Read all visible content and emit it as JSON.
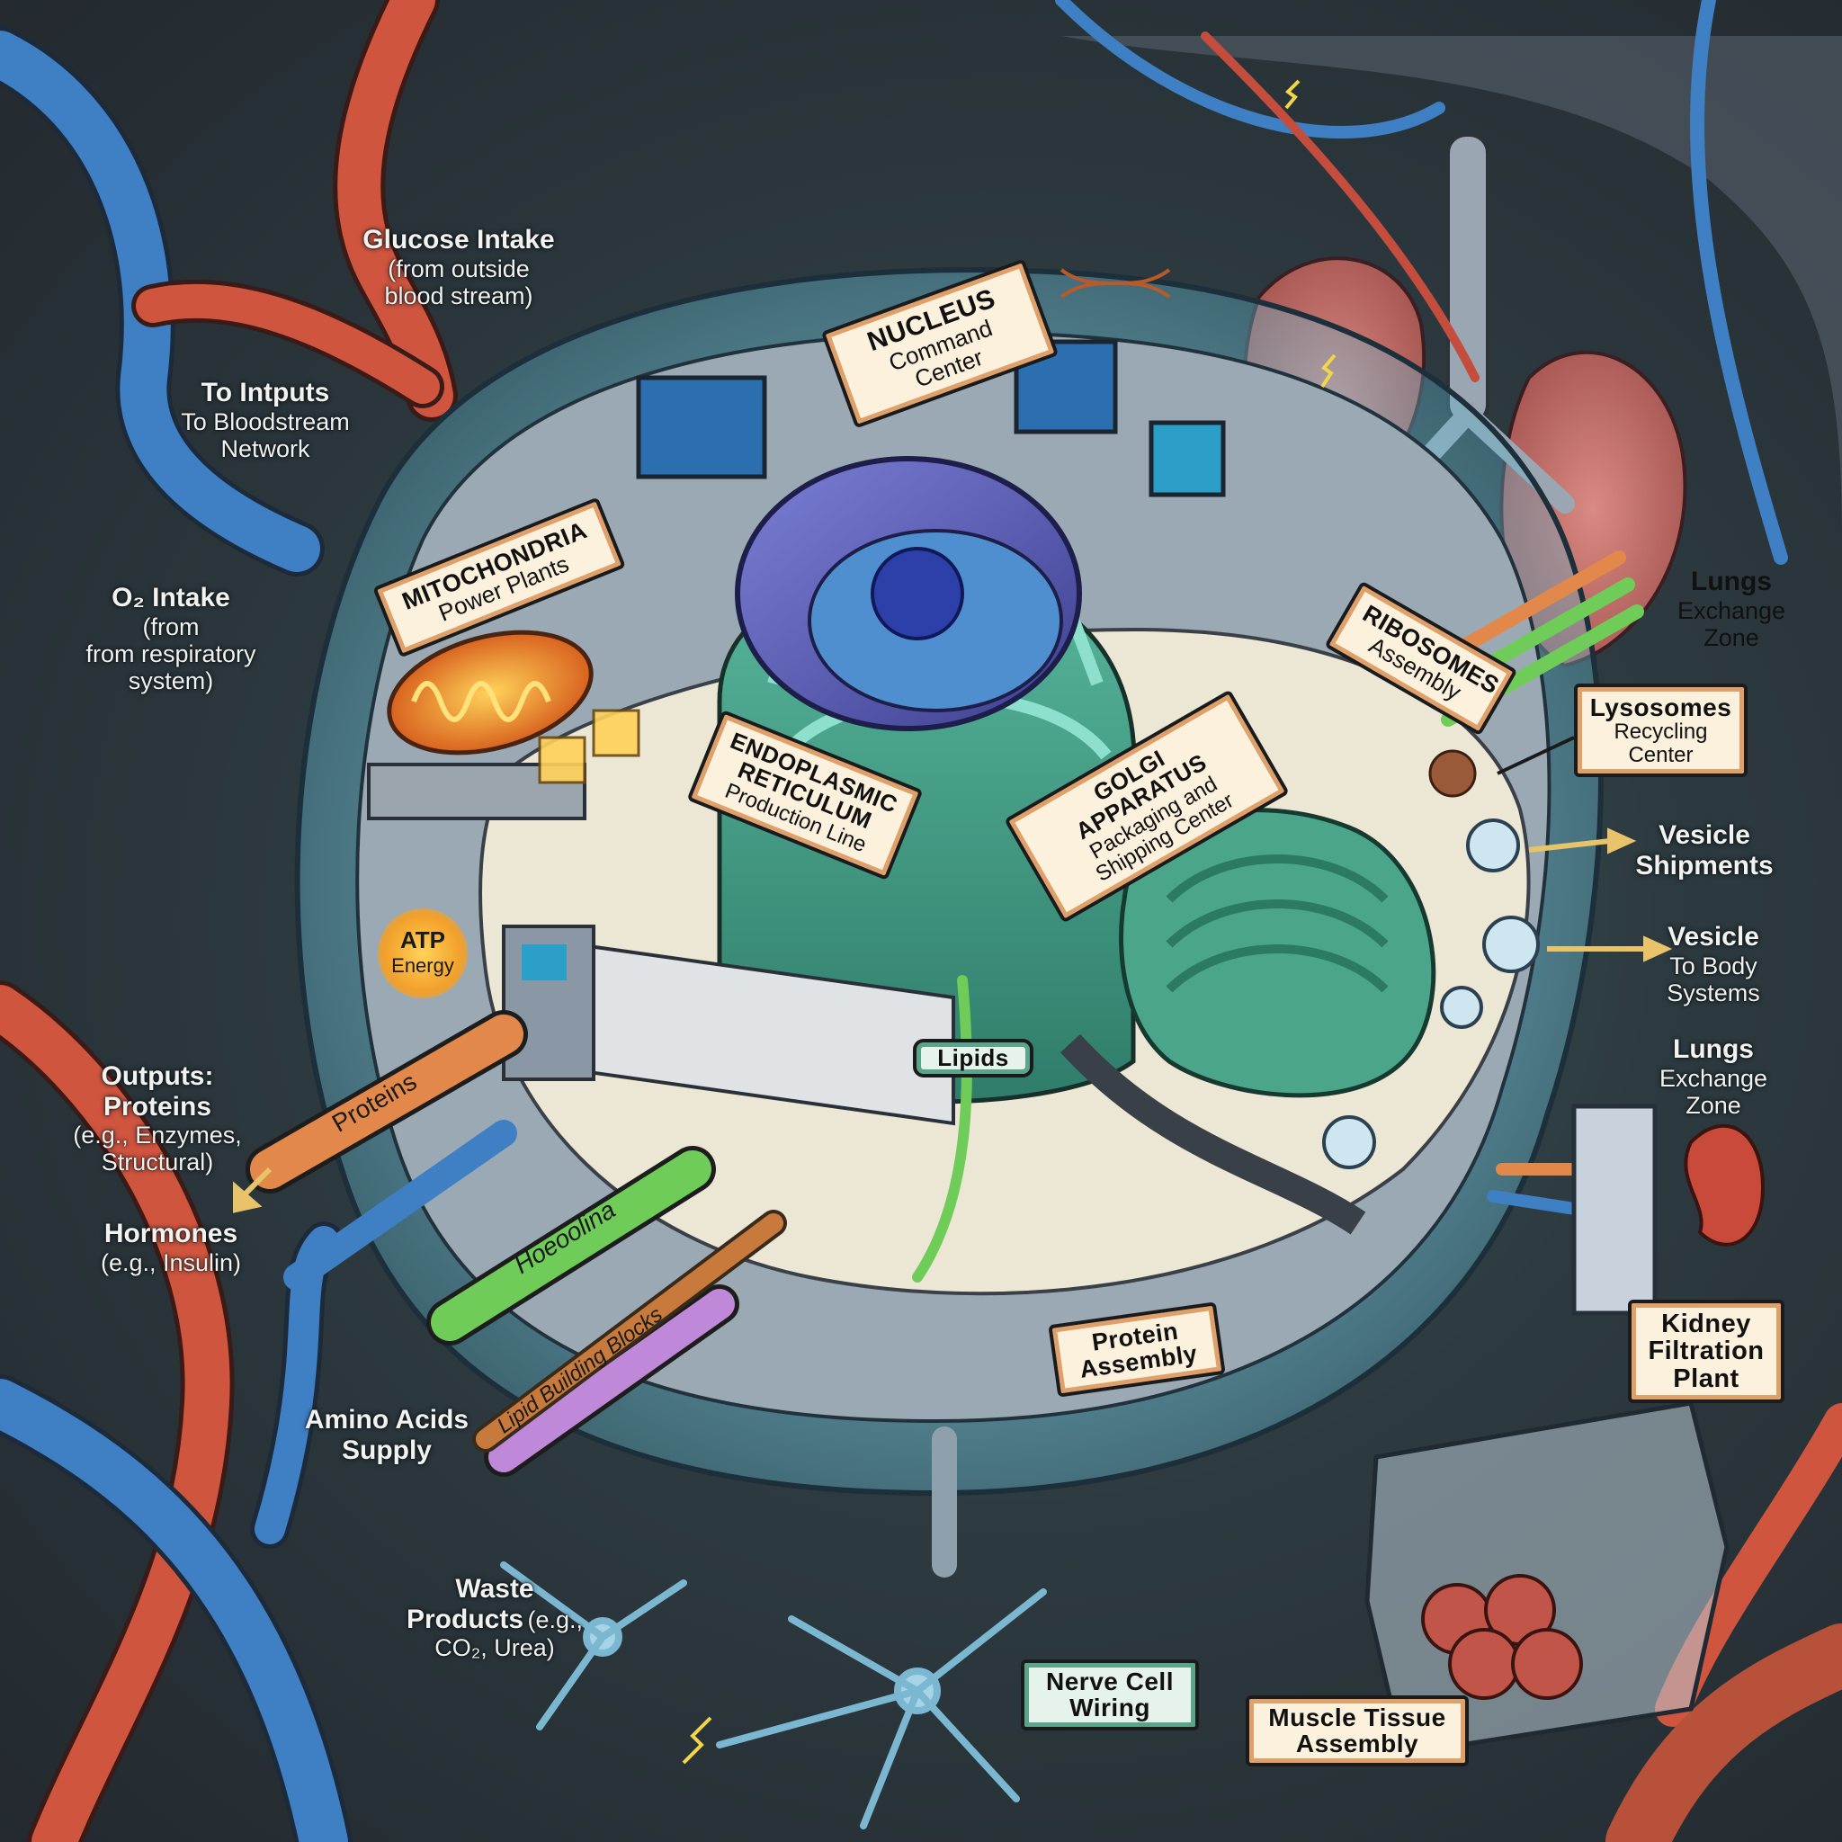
{
  "diagram": {
    "type": "illustrated cell-as-factory diagram",
    "colors": {
      "background": "#2a3439",
      "artery_red": "#d0553f",
      "vein_blue": "#3f7fc4",
      "cell_membrane": "#8fd0e0",
      "cell_floor": "#ece6d4",
      "nucleus_purple": "#5b5fb8",
      "er_green": "#3f9c82",
      "golgi_green": "#4aa58a",
      "mitochondria_orange": "#e07a2e",
      "sign_fill": "#fbf1dc",
      "sign_border": "#e0a06a",
      "label_text": "#f2f2f0",
      "arrow_yellow": "#e8c36a",
      "lightning_yellow": "#f2d54a"
    }
  },
  "external_labels": {
    "glucose": {
      "title": "Glucose Intake",
      "sub1": "(from outside",
      "sub2": "blood stream)"
    },
    "inputs": {
      "title": "To Intputs",
      "sub1": "To Bloodstream",
      "sub2": "Network"
    },
    "o2": {
      "title": "O₂ Intake",
      "sub1": "(from",
      "sub2": "from respiratory",
      "sub3": "system)"
    },
    "outputs": {
      "title1": "Outputs:",
      "title2": "Proteins",
      "sub1": "(e.g., Enzymes,",
      "sub2": "Structural)"
    },
    "hormones": {
      "title": "Hormones",
      "sub1": "(e.g., Insulin)"
    },
    "amino": {
      "title1": "Amino Acids",
      "title2": "Supply"
    },
    "waste": {
      "title1": "Waste",
      "title2": "Products",
      "sub1": "(e.g.,",
      "sub2": "CO₂, Urea)"
    },
    "lungs_top": {
      "title": "Lungs",
      "sub1": "Exchange",
      "sub2": "Zone"
    },
    "vesicle_shipments": {
      "title1": "Vesicle",
      "title2": "Shipments"
    },
    "vesicle_body": {
      "title": "Vesicle",
      "sub1": "To Body",
      "sub2": "Systems"
    },
    "lungs_mid": {
      "title": "Lungs",
      "sub1": "Exchange",
      "sub2": "Zone"
    }
  },
  "signs": {
    "nucleus": {
      "title": "NUCLEUS",
      "sub1": "Command",
      "sub2": "Center"
    },
    "mitochondria": {
      "title": "MITOCHONDRIA",
      "sub1": "Power Plants"
    },
    "er": {
      "title1": "ENDOPLASMIC",
      "title2": "RETICULUM",
      "sub1": "Production Line"
    },
    "golgi": {
      "title": "GOLGI APPARATUS",
      "sub1": "Packaging and",
      "sub2": "Shipping Center"
    },
    "ribosomes": {
      "title": "RIBOSOMES",
      "sub1": "Assembly"
    },
    "lysosomes": {
      "title": "Lysosomes",
      "sub1": "Recycling",
      "sub2": "Center"
    },
    "protein_assembly": {
      "title1": "Protein",
      "title2": "Assembly"
    },
    "kidney": {
      "title1": "Kidney",
      "title2": "Filtration",
      "title3": "Plant"
    },
    "nerve": {
      "title1": "Nerve Cell",
      "title2": "Wiring"
    },
    "muscle": {
      "title1": "Muscle Tissue",
      "title2": "Assembly"
    },
    "lipids": {
      "title": "Lipids"
    },
    "atp": {
      "title": "ATP",
      "sub1": "Energy"
    }
  },
  "tubes": {
    "proteins": "Proteins",
    "green": "Hoeoolina",
    "lipid_blocks": "Lipid Building Blocks"
  }
}
